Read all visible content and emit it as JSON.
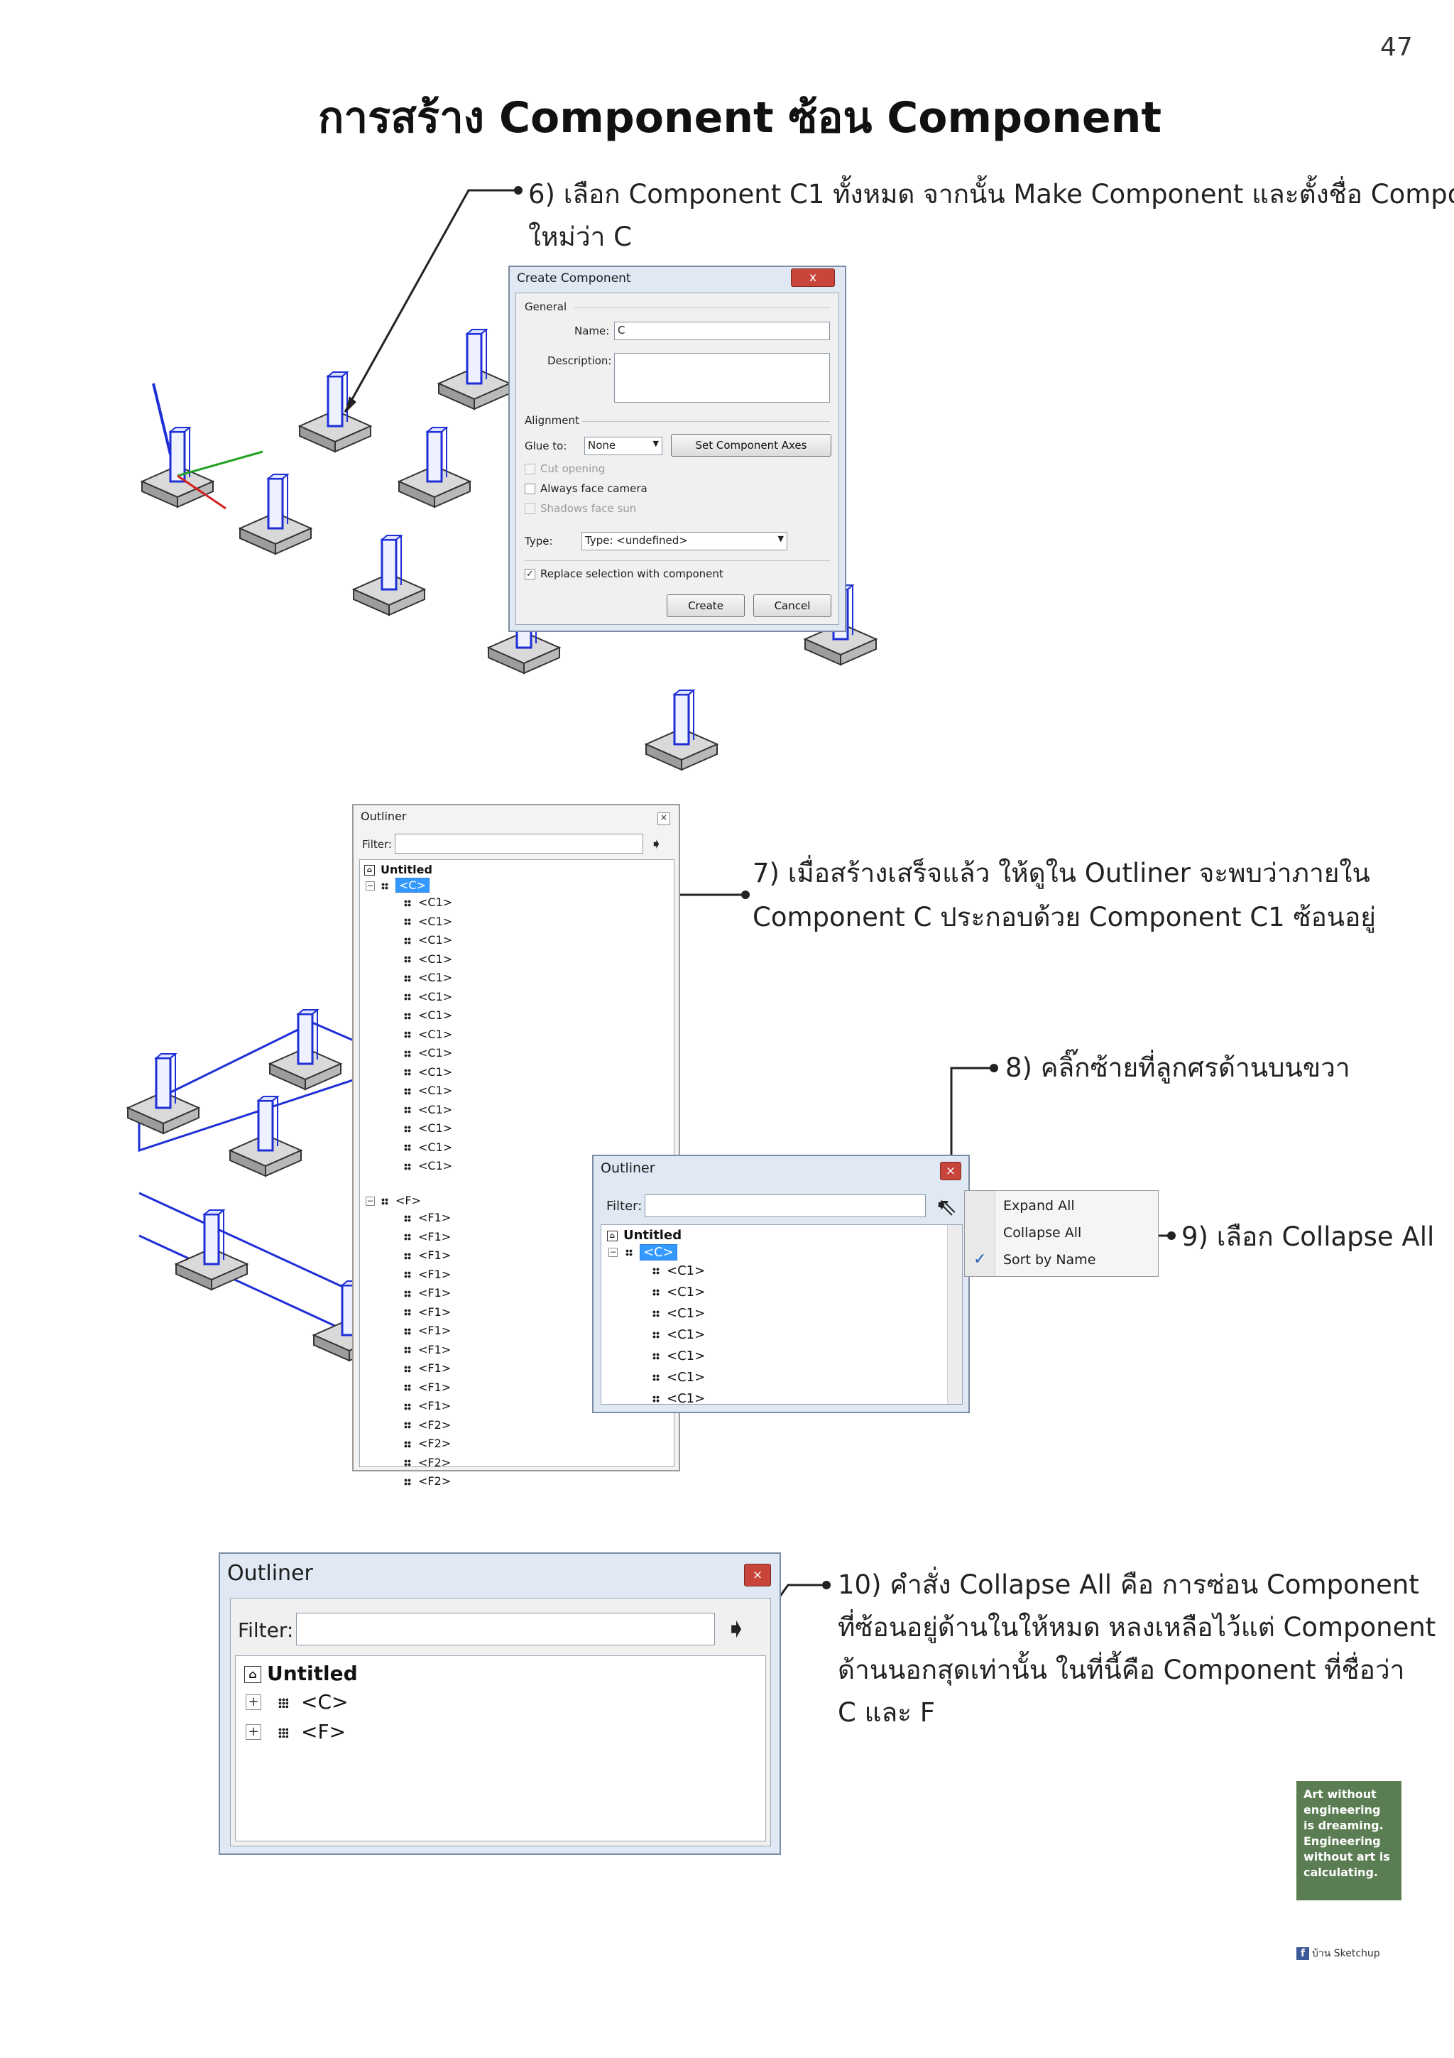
{
  "page": {
    "number": "47",
    "title": "การสร้าง Component ซ้อน Component"
  },
  "notes": {
    "step6_line1": "6) เลือก Component C1 ทั้งหมด จากนั้น Make Component และตั้งชื่อ Component",
    "step6_line2": "ใหม่ว่า C",
    "step7_line1": "7) เมื่อสร้างเสร็จแล้ว ให้ดูใน Outliner จะพบว่าภายใน",
    "step7_line2": "Component C ประกอบด้วย Component C1 ซ้อนอยู่",
    "step8": "8) คลิ๊กซ้ายที่ลูกศรด้านบนขวา",
    "step9": "9) เลือก Collapse All",
    "step10_line1": "10) คำสั่ง Collapse All คือ การซ่อน Component",
    "step10_line2": "ที่ซ้อนอยู่ด้านในให้หมด หลงเหลือไว้แต่ Component",
    "step10_line3": "ด้านนอกสุดเท่านั้น ในที่นี้คือ Component ที่ชื่อว่า",
    "step10_line4": "C และ F"
  },
  "create_component_dialog": {
    "title": "Create Component",
    "close": "x",
    "general_label": "General",
    "name_label": "Name:",
    "name_value": "C",
    "description_label": "Description:",
    "description_value": "",
    "alignment_label": "Alignment",
    "glue_label": "Glue to:",
    "glue_value": "None",
    "set_axes_button": "Set Component Axes",
    "cut_opening": "Cut opening",
    "always_face_camera": "Always face camera",
    "shadows_face_sun": "Shadows face sun",
    "type_label": "Type:",
    "type_value": "Type: <undefined>",
    "replace_selection": "Replace selection with component",
    "create_button": "Create",
    "cancel_button": "Cancel"
  },
  "outliner_full": {
    "title": "Outliner",
    "filter_label": "Filter:",
    "root": "Untitled",
    "group_c": "<C>",
    "c_children": [
      "<C1>",
      "<C1>",
      "<C1>",
      "<C1>",
      "<C1>",
      "<C1>",
      "<C1>",
      "<C1>",
      "<C1>",
      "<C1>",
      "<C1>",
      "<C1>",
      "<C1>",
      "<C1>",
      "<C1>"
    ],
    "group_f": "<F>",
    "f_children": [
      "<F1>",
      "<F1>",
      "<F1>",
      "<F1>",
      "<F1>",
      "<F1>",
      "<F1>",
      "<F1>",
      "<F1>",
      "<F1>",
      "<F1>",
      "<F2>",
      "<F2>",
      "<F2>",
      "<F2>"
    ]
  },
  "outliner_menu": {
    "title": "Outliner",
    "filter_label": "Filter:",
    "root": "Untitled",
    "group_c": "<C>",
    "c_children": [
      "<C1>",
      "<C1>",
      "<C1>",
      "<C1>",
      "<C1>",
      "<C1>",
      "<C1>"
    ],
    "menu_items": [
      "Expand All",
      "Collapse All",
      "Sort by Name"
    ]
  },
  "outliner_collapsed": {
    "title": "Outliner",
    "filter_label": "Filter:",
    "root": "Untitled",
    "items": [
      "<C>",
      "<F>"
    ]
  },
  "poster": {
    "text": "Art without engineering is dreaming. Engineering without art is calculating.",
    "footer": "บ้าน Sketchup"
  }
}
